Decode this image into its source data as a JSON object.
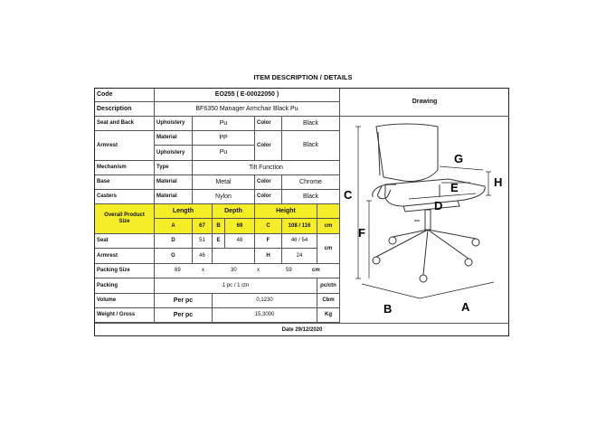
{
  "title": "ITEM DESCRIPTION / DETAILS",
  "code": {
    "label": "Code",
    "value": "EO255  ( E-00022050 )"
  },
  "description": {
    "label": "Description",
    "value": "BF6350 Manager Armchair Black Pu"
  },
  "drawing_header": "Drawing",
  "seat_back": {
    "label": "Seat and Back",
    "upholstery_label": "Upholstery",
    "upholstery": "Pu",
    "color_label": "Color",
    "color": "Black"
  },
  "armrest": {
    "label": "Armrest",
    "material_label": "Material",
    "material": "PP",
    "upholstery_label": "Upholstery",
    "upholstery": "Pu",
    "color_label": "Color",
    "color": "Black"
  },
  "mechanism": {
    "label": "Mechanism",
    "type_label": "Type",
    "value": "Tilt Function"
  },
  "base": {
    "label": "Base",
    "material_label": "Material",
    "material": "Metal",
    "color_label": "Color",
    "color": "Chrome"
  },
  "casters": {
    "label": "Casters",
    "material_label": "Material",
    "material": "Nylon",
    "color_label": "Color",
    "color": "Black"
  },
  "overall": {
    "label": "Overall Product Size",
    "length_label": "Length",
    "depth_label": "Depth",
    "height_label": "Height",
    "a": "A",
    "a_val": "67",
    "b": "B",
    "b_val": "69",
    "c": "C",
    "c_val": "108 / 116",
    "unit": "cm"
  },
  "seat": {
    "label": "Seat",
    "d": "D",
    "d_val": "51",
    "e": "E",
    "e_val": "48",
    "f": "F",
    "f_val": "46 / 54"
  },
  "armrest_dims": {
    "label": "Armrest",
    "g": "G",
    "g_val": "46",
    "h": "H",
    "h_val": "24",
    "unit": "cm"
  },
  "packing_size": {
    "label": "Packing Size",
    "v1": "69",
    "x1": "x",
    "v2": "30",
    "x2": "x",
    "v3": "59",
    "unit": "cm"
  },
  "packing": {
    "label": "Packing",
    "value": "1 pc / 1 ctn",
    "unit": "pc/ctn"
  },
  "volume": {
    "label": "Volume",
    "per": "Per pc",
    "value": "0,1230",
    "unit": "Cbm"
  },
  "weight": {
    "label": "Weight / Gross",
    "per": "Per pc",
    "value": "15,3000",
    "unit": "Kg"
  },
  "date": "Date 29/12/2020",
  "drawing_labels": {
    "a": "A",
    "b": "B",
    "c": "C",
    "d": "D",
    "e": "E",
    "f": "F",
    "g": "G",
    "h": "H"
  },
  "colors": {
    "highlight": "#f5ee27"
  }
}
